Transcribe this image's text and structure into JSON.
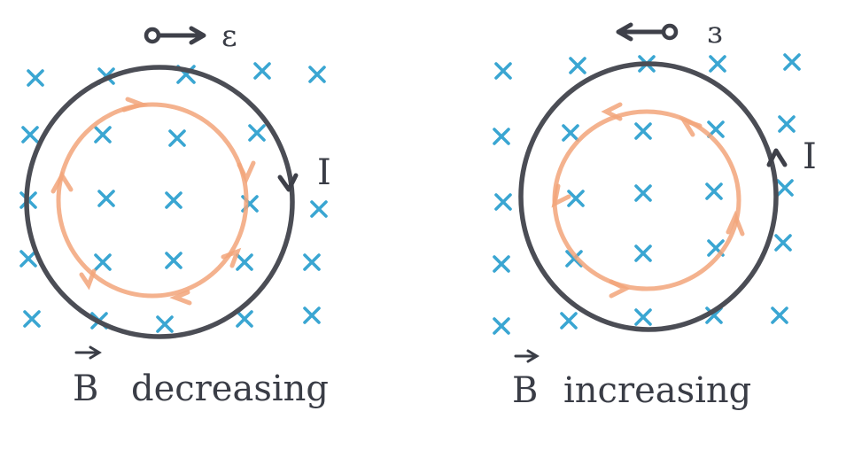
{
  "left_panel": {
    "emf_symbol": "ε",
    "current_symbol": "I",
    "field_symbol": "B",
    "caption": "decreasing"
  },
  "right_panel": {
    "emf_symbol": "ε",
    "current_symbol": "I",
    "field_symbol": "B",
    "caption": "increasing"
  },
  "colors": {
    "field_cross": "#3aa6d2",
    "loop": "#4b4d55",
    "induced_field_loop": "#f2a57a",
    "ink": "#3a3d46"
  }
}
